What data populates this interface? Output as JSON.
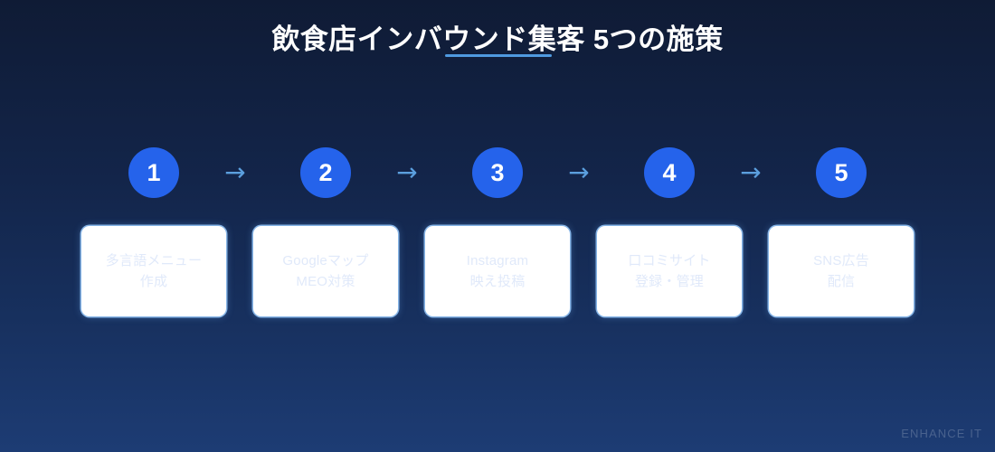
{
  "slide": {
    "title": "飲食店インバウンド集客 5つの施策",
    "background_top_color": "#0f1b35",
    "background_bottom_color": "#1d3c74",
    "accent_color": "#2563eb",
    "underline_color": "#4f9ae0",
    "arrow_color": "#5b9fde",
    "card_text_color": "#e0e9fa"
  },
  "steps": [
    {
      "number": "1",
      "label": "多言語メニュー\n作成"
    },
    {
      "number": "2",
      "label": "Googleマップ\nMEO対策"
    },
    {
      "number": "3",
      "label": "Instagram\n映え投稿"
    },
    {
      "number": "4",
      "label": "口コミサイト\n登録・管理"
    },
    {
      "number": "5",
      "label": "SNS広告\n配信"
    }
  ],
  "arrows": [
    {
      "glyph": "→"
    },
    {
      "glyph": "→"
    },
    {
      "glyph": "→"
    },
    {
      "glyph": "→"
    }
  ],
  "watermark": {
    "text": "ENHANCE IT"
  }
}
